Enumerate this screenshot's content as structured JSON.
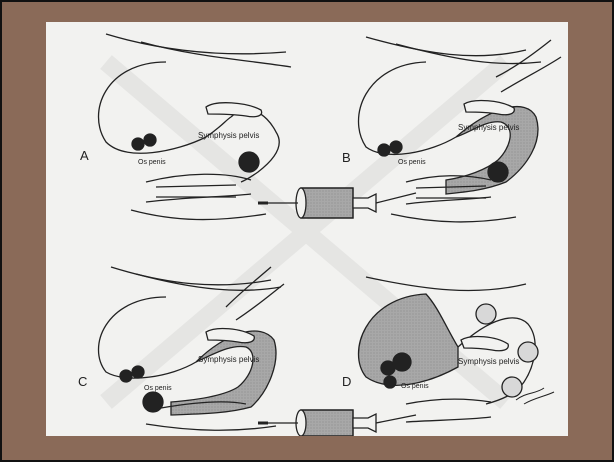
{
  "figure": {
    "colors": {
      "frame": "#8a6a58",
      "paper": "#f2f2f0",
      "ink": "#222222",
      "fill": "#9a9a9a"
    },
    "panels": [
      {
        "letter": "A",
        "labels": [
          "Symphysis pelvis",
          "Os penis"
        ]
      },
      {
        "letter": "B",
        "labels": [
          "Symphysis pelvis",
          "Os penis"
        ]
      },
      {
        "letter": "C",
        "labels": [
          "Symphysis pelvis",
          "Os penis"
        ]
      },
      {
        "letter": "D",
        "labels": [
          "Symphysis pelvis",
          "Os penis"
        ]
      }
    ]
  }
}
